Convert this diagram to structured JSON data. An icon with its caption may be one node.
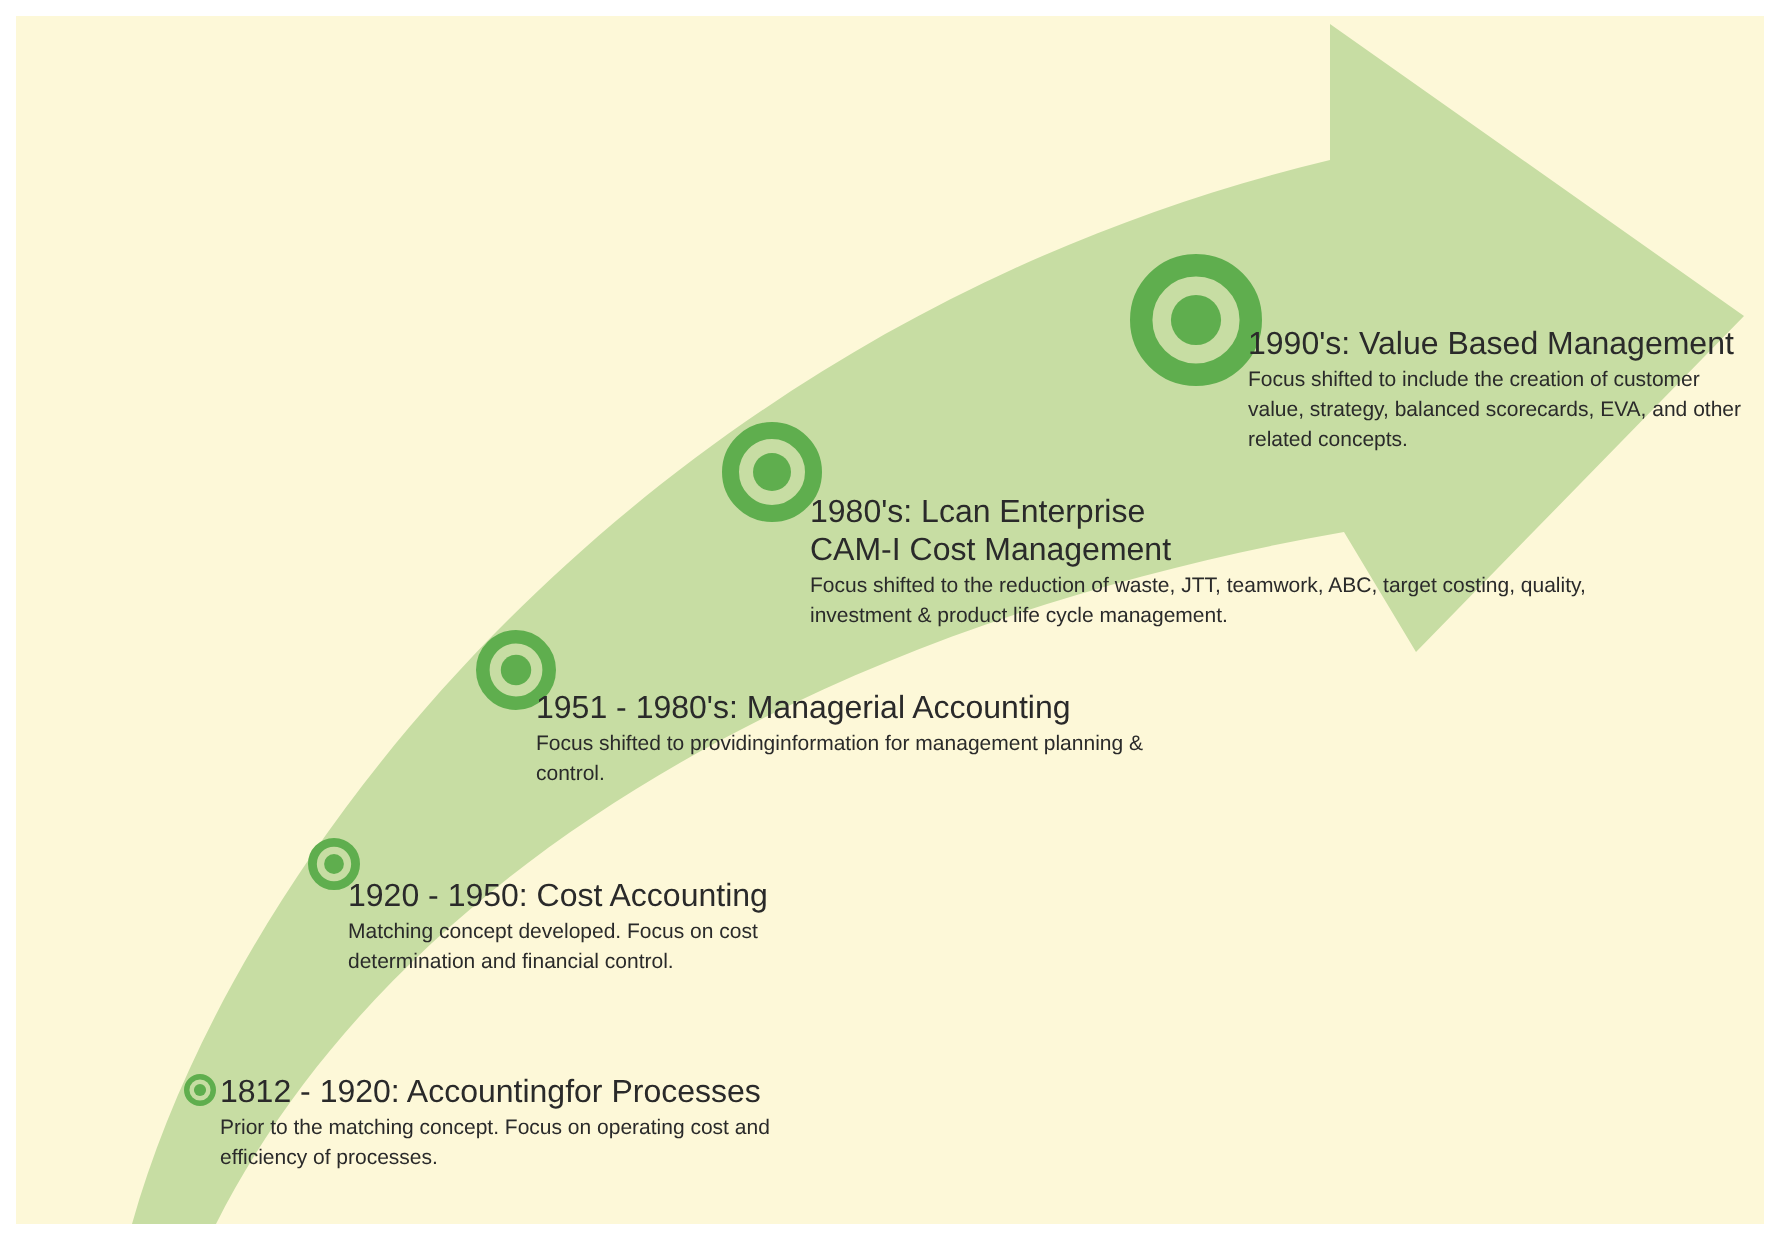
{
  "diagram": {
    "labels": [
      "1812 - 1920:  Accountingfor Processes",
      "Prior to the matching concept. Focus on operating cost and efficiency of processes.",
      "1920 - 1950: Cost Accounting",
      "Matching concept developed. Focus on cost determination and financial control.",
      "1951 - 1980's: Managerial Accounting",
      "Focus shifted to providinginformation for management planning & control.",
      "1980's: Lcan Enterprise CAM-I Cost Management",
      "Focus shifted to the reduction of waste, JTT, teamwork, ABC, target costing, quality, investment & product life cycle management.",
      "1990's: Value Based Management",
      "Focus shifted to include the creation of customer value, strategy, balanced scorecards, EVA, and other related concepts."
    ]
  }
}
